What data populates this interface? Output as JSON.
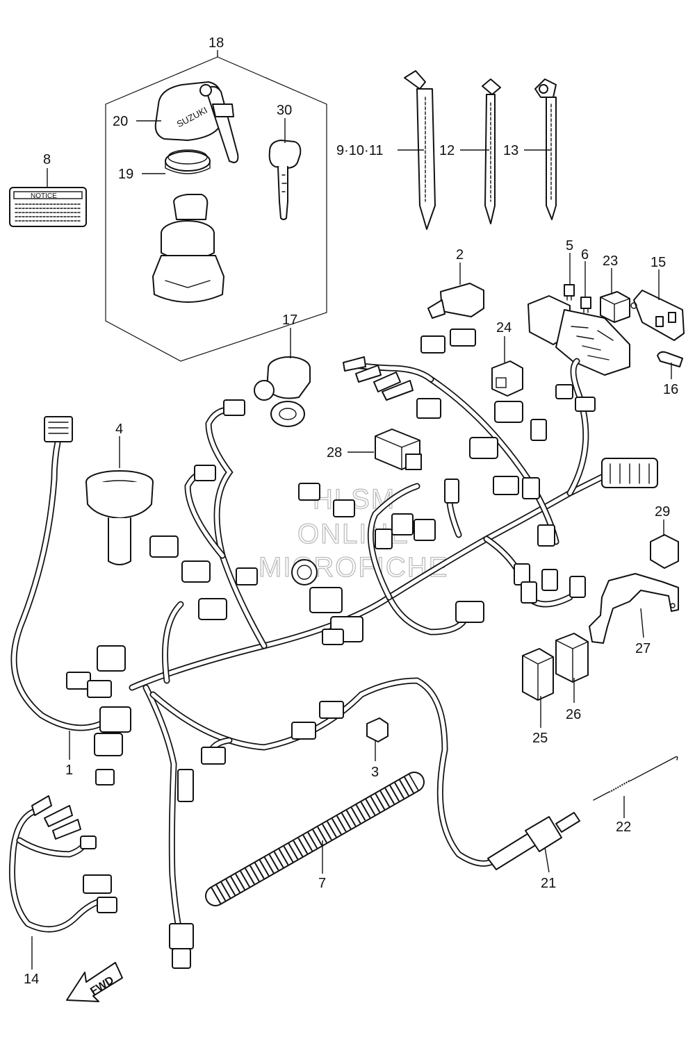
{
  "callouts": [
    {
      "id": "18",
      "text": "18"
    },
    {
      "id": "20",
      "text": "20"
    },
    {
      "id": "19",
      "text": "19"
    },
    {
      "id": "8",
      "text": "8"
    },
    {
      "id": "30",
      "text": "30"
    },
    {
      "id": "9-10-11",
      "text": "9·10·11"
    },
    {
      "id": "12",
      "text": "12"
    },
    {
      "id": "13",
      "text": "13"
    },
    {
      "id": "2",
      "text": "2"
    },
    {
      "id": "5",
      "text": "5"
    },
    {
      "id": "6",
      "text": "6"
    },
    {
      "id": "23",
      "text": "23"
    },
    {
      "id": "15",
      "text": "15"
    },
    {
      "id": "24",
      "text": "24"
    },
    {
      "id": "16",
      "text": "16"
    },
    {
      "id": "17",
      "text": "17"
    },
    {
      "id": "4",
      "text": "4"
    },
    {
      "id": "28",
      "text": "28"
    },
    {
      "id": "29",
      "text": "29"
    },
    {
      "id": "27",
      "text": "27"
    },
    {
      "id": "26",
      "text": "26"
    },
    {
      "id": "25",
      "text": "25"
    },
    {
      "id": "1",
      "text": "1"
    },
    {
      "id": "3",
      "text": "3"
    },
    {
      "id": "22",
      "text": "22"
    },
    {
      "id": "21",
      "text": "21"
    },
    {
      "id": "7",
      "text": "7"
    },
    {
      "id": "14",
      "text": "14"
    }
  ],
  "part_text": {
    "notice": "NOTICE",
    "suzuki": "SUZUKI",
    "fwd": "FWD"
  },
  "watermark": [
    "HLSM",
    "ONLINE",
    "MICROFICHE"
  ]
}
